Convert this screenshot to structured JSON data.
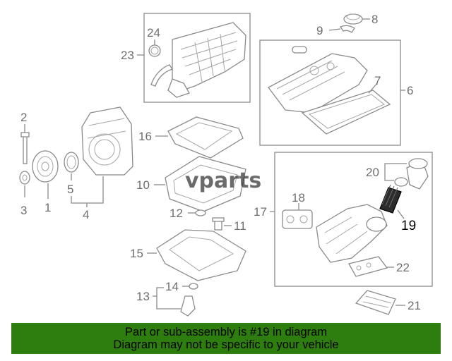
{
  "callouts": [
    "1",
    "2",
    "3",
    "4",
    "5",
    "6",
    "7",
    "8",
    "9",
    "10",
    "11",
    "12",
    "13",
    "14",
    "15",
    "16",
    "17",
    "18",
    "19",
    "20",
    "21",
    "22",
    "23",
    "24"
  ],
  "highlighted_part": "19",
  "watermark": "vparts",
  "banner": {
    "line1": "Part or sub-assembly is #19 in diagram",
    "line2": "Diagram may not be specific to your vehicle",
    "color": "#2e7d0f"
  }
}
